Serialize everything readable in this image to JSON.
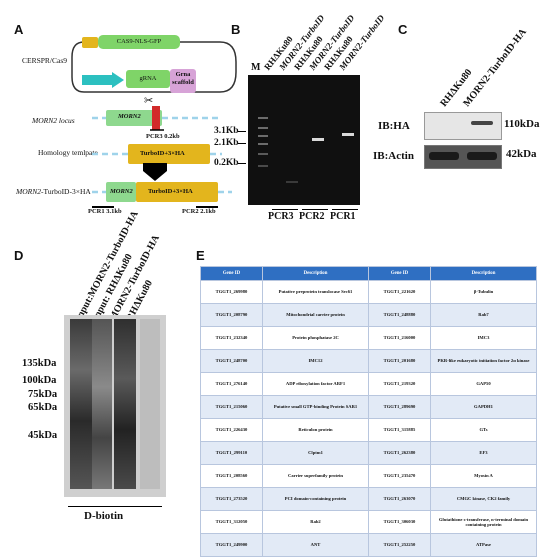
{
  "panels": {
    "a": "A",
    "b": "B",
    "c": "C",
    "d": "D",
    "e": "E"
  },
  "panel_a": {
    "crispr_label": "CERSPR/Cas9",
    "cas9_bar": "CAS9-NLS-GFP",
    "grna_bar": "gRNA",
    "scaffold_bar": "Grna scaffold",
    "locus_label": "MORN2 locus",
    "morn2_box": "MORN2",
    "pcr3_label": "PCR3 0.2kb",
    "homology_label": "Homology temlpate",
    "turbo_bar": "TurboID+3×HA",
    "fusion_label_italic": "MORN2",
    "fusion_label_rest": "-TurboID-3×HA",
    "fusion_morn2": "MORN2",
    "fusion_turbo": "TurboID+3×HA",
    "pcr1_label": "PCR1 3.1kb",
    "pcr2_label": "PCR2 2.1kb"
  },
  "panel_b": {
    "marker": "M",
    "lanes": [
      "RHΔKu80",
      "MORN2-TurboID",
      "RHΔKu80",
      "MORN2-TurboID",
      "RHΔKu80",
      "MORN2-TurboID"
    ],
    "sizes": [
      "3.1Kb",
      "2.1Kb",
      "0.2Kb"
    ],
    "pcrs": [
      "PCR3",
      "PCR2",
      "PCR1"
    ]
  },
  "panel_c": {
    "lanes": [
      "RHΔKu80",
      "MORN2-TurboID-HA"
    ],
    "blot1": "IB:HA",
    "size1": "110kDa",
    "blot2": "IB:Actin",
    "size2": "42kDa"
  },
  "panel_d": {
    "lanes": [
      "Input:MORN2-TurboID-HA",
      "Input: RHΔKu80",
      "MORN2-TurboID-HA",
      "RHΔKu80"
    ],
    "markers": [
      "135kDa",
      "100kDa",
      "75kDa",
      "65kDa",
      "45kDa"
    ],
    "bottom": "D-biotin"
  },
  "panel_e": {
    "headers": [
      "Gene ID",
      "Description",
      "Gene ID",
      "Description"
    ],
    "rows": [
      [
        "TGGT1_269980",
        "Putative preprotein translocase Sec61",
        "TGGT1_221620",
        "β-Tubulin"
      ],
      [
        "TGGT1_208790",
        "Mitochondrial carrier protein",
        "TGGT1_248880",
        "Rab7"
      ],
      [
        "TGGT1_232340",
        "Protein phosphatase 2C",
        "TGGT1_216000",
        "IMC3"
      ],
      [
        "TGGT1_248700",
        "IMC12",
        "TGGT1_201680",
        "PKR-like eukaryotic initiation factor 2α kinase"
      ],
      [
        "TGGT1_276140",
        "ADP ribosylation factor ARF1",
        "TGGT1_219320",
        "GAP50"
      ],
      [
        "TGGT1_215060",
        "Putative small GTP-binding Protein SAR1",
        "TGGT1_289690",
        "GAPDH1"
      ],
      [
        "TGGT1_226430",
        "Reticulon protein",
        "TGGT1_315885",
        "GTs"
      ],
      [
        "TGGT1_299110",
        "Clptm1",
        "TGGT1_262380",
        "EF3"
      ],
      [
        "TGGT1_208560",
        "Carrier superfamily protein",
        "TGGT1_235470",
        "Myosin A"
      ],
      [
        "TGGT1_273520",
        "PCI domain-containing protein",
        "TGGT1_263070",
        "CMGC kinase, CK2 family"
      ],
      [
        "TGGT1_312050",
        "Rab2",
        "TGGT1_306030",
        "Glutathione s-transferase, n-terminal domain containing protein"
      ],
      [
        "TGGT1_249900",
        "ANT",
        "TGGT1_252250",
        "ATPase"
      ]
    ]
  }
}
